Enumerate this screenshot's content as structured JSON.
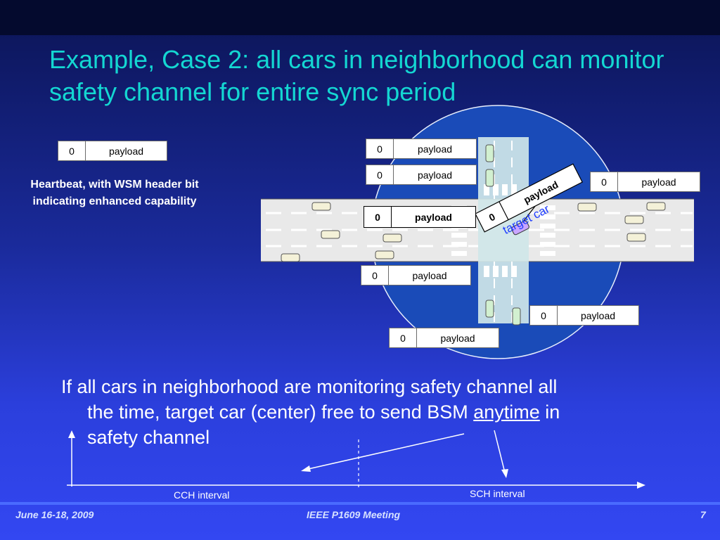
{
  "title": "Example, Case 2: all cars in neighborhood can monitor safety channel for entire sync period",
  "heartbeat": {
    "bit": "0",
    "payload": "payload",
    "caption_line1": "Heartbeat, with WSM header bit",
    "caption_line2": "indicating enhanced capability"
  },
  "packets": [
    {
      "bit": "0",
      "payload": "payload"
    },
    {
      "bit": "0",
      "payload": "payload"
    },
    {
      "bit": "0",
      "payload": "payload"
    },
    {
      "bit": "0",
      "payload": "payload"
    },
    {
      "bit": "0",
      "payload": "payload"
    },
    {
      "bit": "0",
      "payload": "payload"
    },
    {
      "bit": "0",
      "payload": "payload"
    }
  ],
  "target_packet": {
    "bit": "0",
    "payload": "payload"
  },
  "target_label": "target car",
  "bullet": {
    "text_part1": "If all cars in neighborhood are monitoring safety channel all",
    "text_part2": "the time, target car (center) free to send BSM ",
    "emphasis": "anytime",
    "text_part3": " in",
    "text_part4": "safety channel"
  },
  "intervals": {
    "cch": "CCH interval",
    "sch": "SCH interval"
  },
  "footer": {
    "date": "June 16-18, 2009",
    "meeting": "IEEE P1609 Meeting",
    "page": "7"
  },
  "colors": {
    "title": "#14d7d2",
    "circle_fill": "#1a4bb8",
    "road": "#e6e6e6",
    "target_label": "#1f3dff"
  }
}
